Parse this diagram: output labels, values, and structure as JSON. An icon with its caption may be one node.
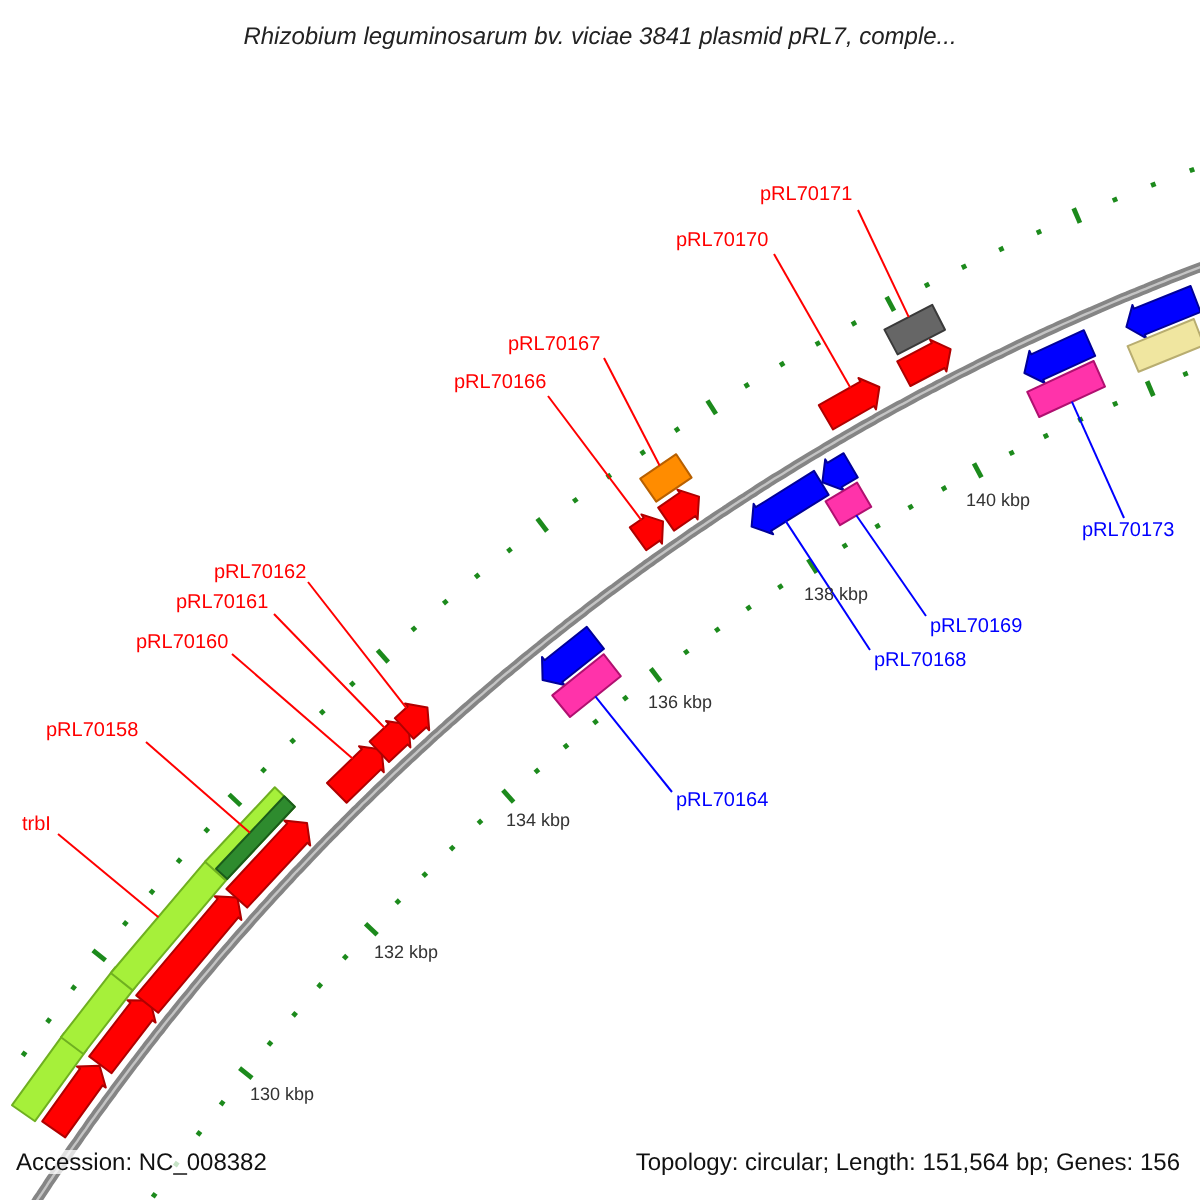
{
  "diagram": {
    "title": "Rhizobium leguminosarum bv. viciae 3841 plasmid pRL7, comple...",
    "nodes": [
      {
        "text": [
          "pRL70171"
        ]
      },
      {
        "text": [
          "pRL70170"
        ]
      },
      {
        "text": [
          "pRL70167"
        ]
      },
      {
        "text": [
          "pRL70166"
        ]
      },
      {
        "text": [
          "pRL70173"
        ]
      },
      {
        "text": [
          "pRL70162"
        ]
      },
      {
        "text": [
          "pRL70161"
        ]
      },
      {
        "text": [
          "pRL70169"
        ]
      },
      {
        "text": [
          "pRL70160"
        ]
      },
      {
        "text": [
          "pRL70168"
        ]
      },
      {
        "text": [
          "pRL70158"
        ]
      },
      {
        "text": [
          "pRL70164"
        ]
      },
      {
        "text": [
          "trbI"
        ]
      },
      {
        "text": [],
        "shape": "box"
      },
      {
        "text": [],
        "shape": "arrow"
      },
      {
        "text": [],
        "shape": "box"
      },
      {
        "text": [],
        "shape": "arrow"
      },
      {
        "text": [],
        "shape": "box"
      },
      {
        "text": [],
        "shape": "arrow"
      },
      {
        "text": [],
        "shape": "box"
      },
      {
        "text": [],
        "shape": "box",
        "in": 19
      },
      {
        "text": [],
        "shape": "arrow"
      },
      {
        "text": [],
        "shape": "arrow"
      },
      {
        "text": [],
        "shape": "arrow"
      },
      {
        "text": [],
        "shape": "arrow"
      },
      {
        "text": [],
        "shape": "arrow"
      },
      {
        "text": [],
        "shape": "box"
      },
      {
        "text": [],
        "shape": "arrow"
      },
      {
        "text": [],
        "shape": "box"
      },
      {
        "text": [],
        "shape": "arrow"
      },
      {
        "text": [],
        "shape": "arrow"
      },
      {
        "text": [],
        "shape": "arrow"
      },
      {
        "text": [],
        "shape": "box"
      },
      {
        "text": [],
        "shape": "arrow"
      },
      {
        "text": [],
        "shape": "box"
      },
      {
        "text": [],
        "shape": "arrow"
      },
      {
        "text": [],
        "shape": "arrow"
      },
      {
        "text": [],
        "shape": "box"
      },
      {
        "text": [],
        "shape": "arrow"
      },
      {
        "text": [],
        "shape": "box"
      }
    ],
    "edges": [
      {
        "from": 0,
        "to": 34,
        "arrow": "none"
      },
      {
        "from": 1,
        "to": 33,
        "arrow": "none"
      },
      {
        "from": 2,
        "to": 28,
        "arrow": "none"
      },
      {
        "from": 3,
        "to": 27,
        "arrow": "none"
      },
      {
        "from": 4,
        "to": 37,
        "arrow": "none",
        "color": "#0000ff"
      },
      {
        "from": 5,
        "to": 24,
        "arrow": "none"
      },
      {
        "from": 6,
        "to": 23,
        "arrow": "none"
      },
      {
        "from": 7,
        "to": 32,
        "arrow": "none",
        "color": "#0000ff"
      },
      {
        "from": 8,
        "to": 22,
        "arrow": "none"
      },
      {
        "from": 9,
        "to": 30,
        "arrow": "none",
        "color": "#0000ff"
      },
      {
        "from": 10,
        "to": 20,
        "arrow": "none"
      },
      {
        "from": 11,
        "to": 26,
        "arrow": "none",
        "color": "#0000ff"
      },
      {
        "from": 12,
        "to": 17,
        "arrow": "none"
      }
    ],
    "labels": [
      "140 kbp",
      "138 kbp",
      "136 kbp",
      "134 kbp",
      "132 kbp",
      "130 kbp",
      "Accession: NC_008382",
      "Topology: circular; Length: 151,564 bp; Genes: 156"
    ]
  }
}
